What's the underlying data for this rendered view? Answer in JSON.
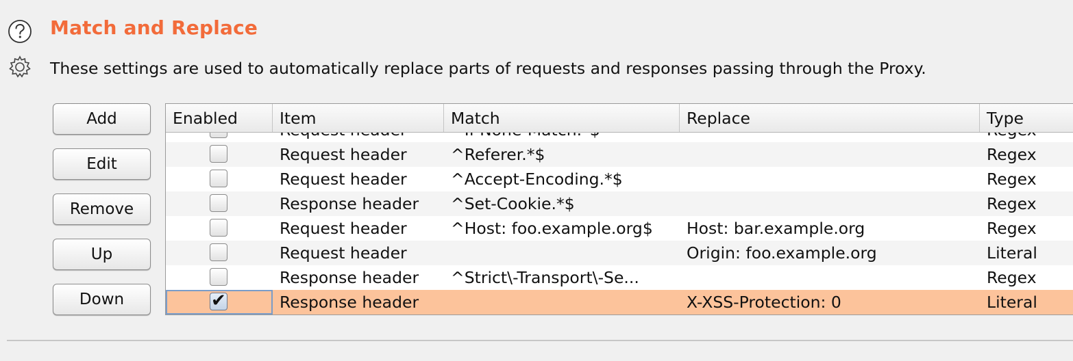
{
  "section": {
    "title": "Match and Replace",
    "description": "These settings are used to automatically replace parts of requests and responses passing through the Proxy."
  },
  "icons": {
    "help": "help-circle-icon",
    "settings": "gear-icon"
  },
  "buttons": {
    "add": "Add",
    "edit": "Edit",
    "remove": "Remove",
    "up": "Up",
    "down": "Down"
  },
  "table": {
    "columns": [
      "Enabled",
      "Item",
      "Match",
      "Replace",
      "Type"
    ],
    "partial_row": {
      "enabled": false,
      "item": "Request header",
      "match": "^If-None-Match.*$",
      "replace": "",
      "type": "Regex"
    },
    "rows": [
      {
        "enabled": false,
        "item": "Request header",
        "match": "^Referer.*$",
        "replace": "",
        "type": "Regex"
      },
      {
        "enabled": false,
        "item": "Request header",
        "match": "^Accept-Encoding.*$",
        "replace": "",
        "type": "Regex"
      },
      {
        "enabled": false,
        "item": "Response header",
        "match": "^Set-Cookie.*$",
        "replace": "",
        "type": "Regex"
      },
      {
        "enabled": false,
        "item": "Request header",
        "match": "^Host: foo.example.org$",
        "replace": "Host: bar.example.org",
        "type": "Regex"
      },
      {
        "enabled": false,
        "item": "Request header",
        "match": "",
        "replace": "Origin: foo.example.org",
        "type": "Literal"
      },
      {
        "enabled": false,
        "item": "Response header",
        "match": "^Strict\\-Transport\\-Se...",
        "replace": "",
        "type": "Regex"
      },
      {
        "enabled": true,
        "item": "Response header",
        "match": "",
        "replace": "X-XSS-Protection: 0",
        "type": "Literal",
        "selected": true
      }
    ]
  },
  "colors": {
    "title": "#f26b3a",
    "selected_row": "#fcc39b"
  }
}
